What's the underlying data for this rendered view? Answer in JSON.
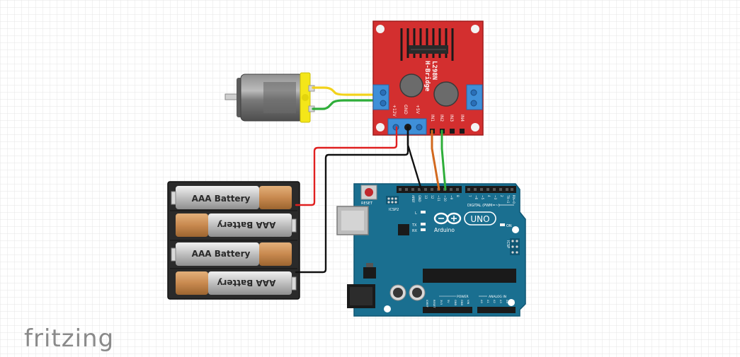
{
  "app": {
    "logo_text": "fritzing"
  },
  "colors": {
    "grid_line": "#e3e3e3",
    "hbridge_board": "#d32f2f",
    "hbridge_border": "#a11b1b",
    "arduino_board": "#1a6f90",
    "arduino_dark": "#0f5673",
    "motor_body": "#6d6d6d",
    "motor_cap": "#f4e619",
    "battery_holder": "#2a2a2a",
    "battery_copper": "#c8894f",
    "battery_silver": "#bdbdbd",
    "terminal_blue": "#3f8fd8",
    "wire_red": "#e02020",
    "wire_black": "#111111",
    "wire_orange": "#d2691e",
    "wire_green": "#2fae3a",
    "wire_yellow": "#f2d21b",
    "logo_gray": "#8a8a8a"
  },
  "hbridge": {
    "title_line1": "L298N",
    "title_line2": "H-Bridge",
    "labels": {
      "v12": "+12V",
      "gnd": "GND",
      "v5": "+5V",
      "in1": "IN1",
      "in2": "IN2",
      "in3": "IN3",
      "in4": "IN4"
    }
  },
  "battery_pack": {
    "cells": [
      {
        "label": "AAA Battery",
        "flipped": false
      },
      {
        "label": "AAA Battery",
        "flipped": true
      },
      {
        "label": "AAA Battery",
        "flipped": false
      },
      {
        "label": "AAA Battery",
        "flipped": true
      }
    ]
  },
  "arduino": {
    "brand": "Arduino",
    "model": "UNO",
    "reset_label": "RESET",
    "icsp2_label": "ICSP2",
    "icsp_label": "ICSP",
    "digital_label": "DIGITAL (PWM=~)",
    "power_label": "POWER",
    "analog_label": "ANALOG IN",
    "led_l": "L",
    "led_tx": "TX",
    "led_rx": "RX",
    "led_on": "ON",
    "top_pins": [
      "AREF",
      "GND",
      "13",
      "12",
      "~11",
      "~10",
      "~9",
      "8",
      "7",
      "~6",
      "~5",
      "4",
      "~3",
      "2",
      "TX→1",
      "RX←0"
    ],
    "power_pins": [
      "IOREF",
      "RESET",
      "3V3",
      "5V",
      "GND",
      "GND",
      "VIN"
    ],
    "analog_pins": [
      "A0",
      "A1",
      "A2",
      "A3",
      "A4",
      "A5"
    ]
  }
}
